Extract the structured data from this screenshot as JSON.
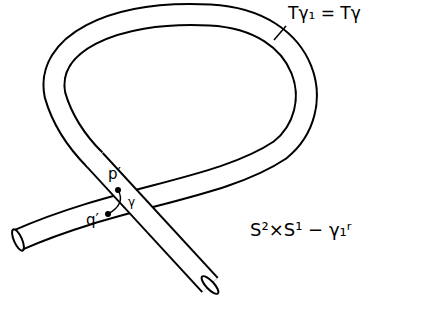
{
  "diagram": {
    "labels": [
      "Tγ₁ = Tγ",
      "p′",
      "q′",
      "γ",
      "S²×S¹ − γ₁ʳ"
    ]
  }
}
